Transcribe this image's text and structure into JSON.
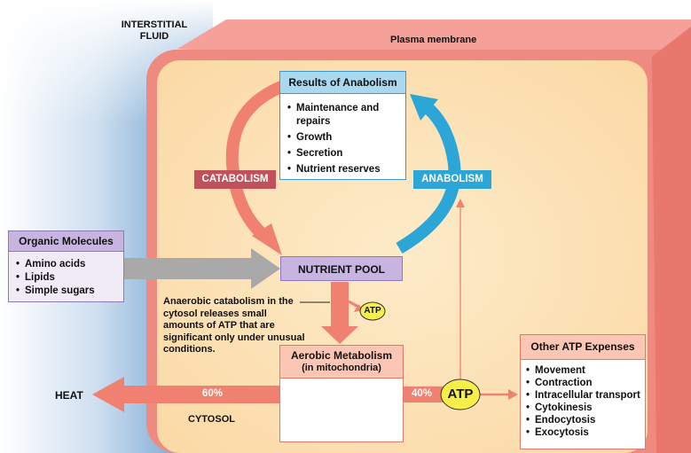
{
  "labels": {
    "interstitial_fluid": "INTERSTITIAL FLUID",
    "plasma_membrane": "Plasma membrane",
    "cytosol": "CYTOSOL",
    "heat": "HEAT",
    "catabolism": "CATABOLISM",
    "anabolism": "ANABOLISM",
    "nutrient_pool": "NUTRIENT POOL",
    "atp_small": "ATP",
    "atp_large": "ATP",
    "pct_heat": "60%",
    "pct_atp": "40%"
  },
  "results_of_anabolism": {
    "title": "Results of Anabolism",
    "items": [
      "Maintenance and repairs",
      "Growth",
      "Secretion",
      "Nutrient reserves"
    ]
  },
  "organic_molecules": {
    "title": "Organic Molecules",
    "items": [
      "Amino acids",
      "Lipids",
      "Simple sugars"
    ]
  },
  "anaerobic_note": "Anaerobic catabolism in the cytosol releases small amounts of ATP that are significant only under unusual conditions.",
  "aerobic": {
    "title": "Aerobic Metabolism",
    "subtitle": "(in mitochondria)"
  },
  "other_atp": {
    "title": "Other ATP Expenses",
    "items": [
      "Movement",
      "Contraction",
      "Intracellular transport",
      "Cytokinesis",
      "Endocytosis",
      "Exocytosis"
    ]
  },
  "colors": {
    "cytosol_fill": "#fde8c6",
    "membrane": "#f08a80",
    "catabolism": "#f08070",
    "catabolism_label": "#c0505a",
    "anabolism": "#2ba6d6",
    "nutrient_pool": "#c8b4e0",
    "atp": "#f6ef4a",
    "gray_arrow": "#a9a9a9"
  }
}
